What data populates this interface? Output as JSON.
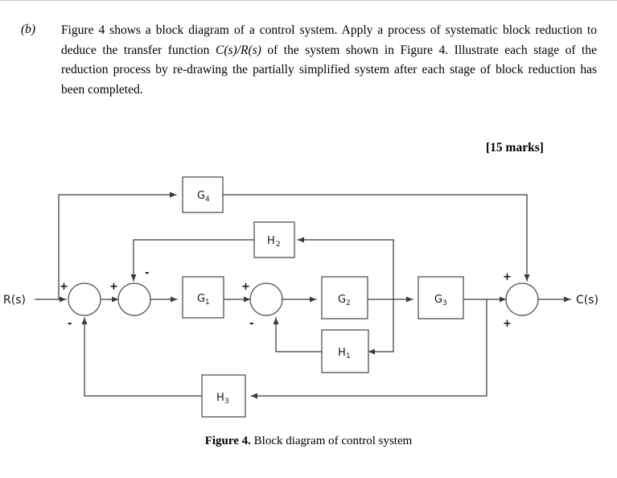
{
  "question": {
    "label": "(b)",
    "text_line1": "Figure 4 shows a block diagram of a control system. Apply a process of systematic block reduction to deduce the transfer function ",
    "transfer_function": "C(s)/R(s)",
    "text_line2": " of the system shown in Figure 4. Illustrate each stage of the reduction process by re-drawing the partially simplified system after each stage of block reduction has been completed.",
    "marks": "[15 marks]"
  },
  "caption": {
    "prefix": "Figure 4.",
    "text": " Block diagram of control system"
  },
  "diagram": {
    "input_label": "R(s)",
    "output_label": "C(s)",
    "blocks": [
      {
        "id": "G4",
        "main": "G",
        "sub": "4"
      },
      {
        "id": "H2",
        "main": "H",
        "sub": "2"
      },
      {
        "id": "G1",
        "main": "G",
        "sub": "1"
      },
      {
        "id": "G2",
        "main": "G",
        "sub": "2"
      },
      {
        "id": "G3",
        "main": "G",
        "sub": "3"
      },
      {
        "id": "H1",
        "main": "H",
        "sub": "1"
      },
      {
        "id": "H3",
        "main": "H",
        "sub": "3"
      }
    ],
    "summing_junctions": [
      {
        "id": "sum1",
        "signs": [
          "+",
          "-"
        ]
      },
      {
        "id": "sum2",
        "signs": [
          "+",
          "-"
        ]
      },
      {
        "id": "sum3",
        "signs": [
          "+",
          "-"
        ]
      },
      {
        "id": "sum4",
        "signs": [
          "+",
          "+"
        ]
      }
    ],
    "signs": {
      "sum1_in": "+",
      "sum1_fb": "-",
      "sum2_in": "+",
      "sum2_fb": "-",
      "sum3_in": "+",
      "sum3_fb": "-",
      "sum4_top": "+",
      "sum4_in": "+"
    },
    "colors": {
      "line": "#3a3a3a",
      "block_border": "#4a4a4a",
      "text": "#1a1a1a"
    }
  }
}
